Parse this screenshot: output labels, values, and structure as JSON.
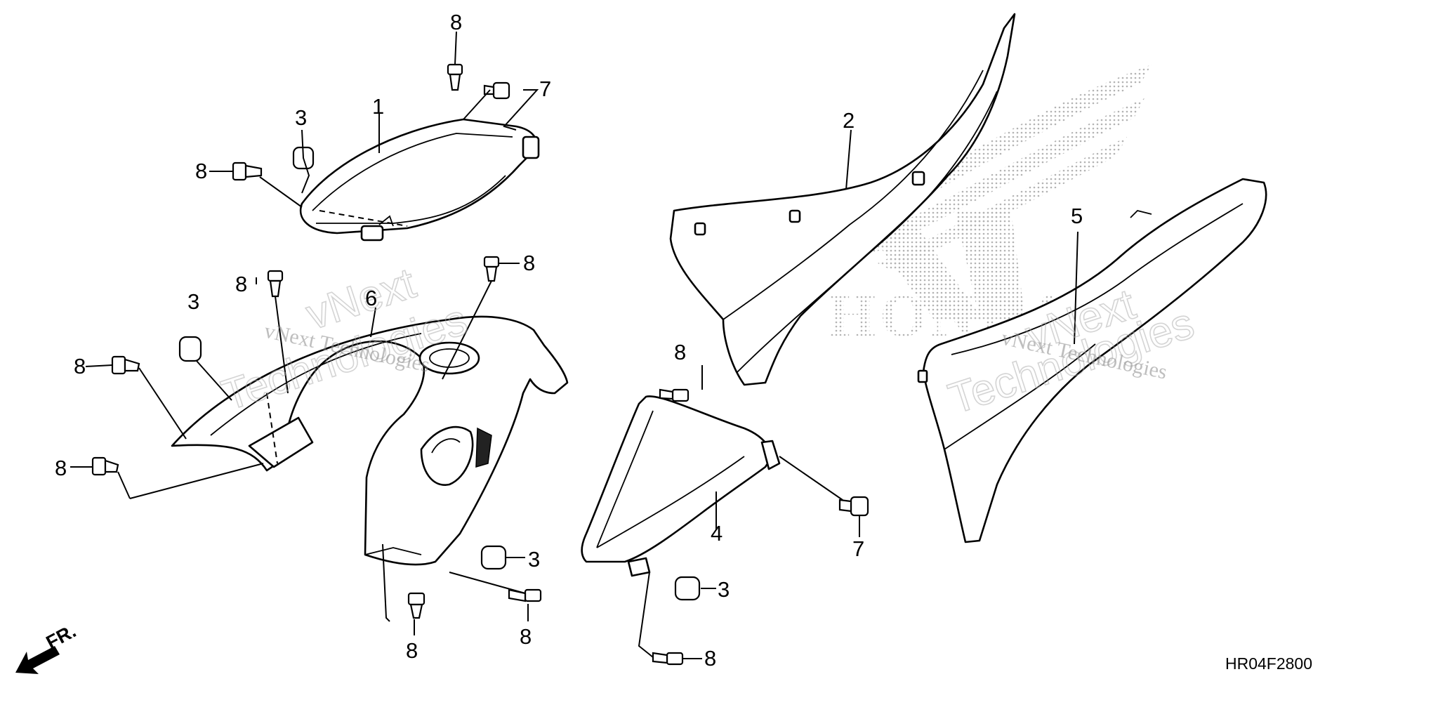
{
  "callouts": {
    "c1": "1",
    "c2": "2",
    "c3a": "3",
    "c3b": "3",
    "c3c": "3",
    "c3d": "3",
    "c4": "4",
    "c5": "5",
    "c6": "6",
    "c7a": "7",
    "c7b": "7",
    "c8a": "8",
    "c8b": "8",
    "c8c": "8",
    "c8d": "8",
    "c8e": "8",
    "c8f": "8",
    "c8g": "8",
    "c8h": "8",
    "c8i": "8",
    "c8j": "8"
  },
  "watermarks": {
    "w1_small": "vNext Technologies",
    "w1_big": "Technologies",
    "w1_top": "vNext",
    "w2_small": "vNext Technologies",
    "w2_big": "Technologies",
    "w2_top": "vNext"
  },
  "brand_mark": "HONDA",
  "direction_label": "FR.",
  "diagram_code": "HR04F2800",
  "colors": {
    "line": "#000000",
    "background": "#ffffff",
    "watermark": "#888888"
  }
}
